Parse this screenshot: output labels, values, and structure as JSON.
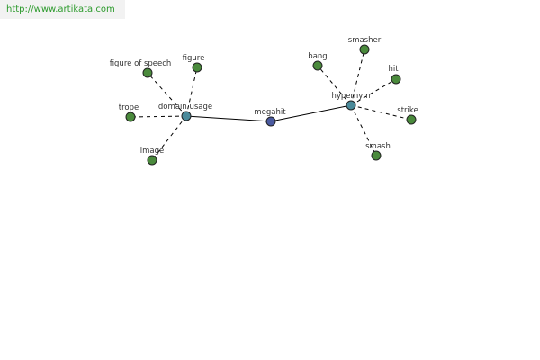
{
  "header": {
    "url": "http://www.artikata.com"
  },
  "colors": {
    "center": "#4a5aa0",
    "relation": "#4a8a9a",
    "leaf": "#4a8a3c"
  },
  "graph": {
    "center": {
      "id": "megahit",
      "label": "megahit"
    },
    "relations": [
      {
        "id": "domain-usage",
        "label": "domain usage",
        "leaves": [
          {
            "id": "figure-of-speech",
            "label": "figure of speech"
          },
          {
            "id": "figure",
            "label": "figure"
          },
          {
            "id": "trope",
            "label": "trope"
          },
          {
            "id": "image",
            "label": "image"
          }
        ]
      },
      {
        "id": "hypernym",
        "label": "hypernym",
        "leaves": [
          {
            "id": "bang",
            "label": "bang"
          },
          {
            "id": "smasher",
            "label": "smasher"
          },
          {
            "id": "hit",
            "label": "hit"
          },
          {
            "id": "strike",
            "label": "strike"
          },
          {
            "id": "smash",
            "label": "smash"
          }
        ]
      }
    ]
  }
}
